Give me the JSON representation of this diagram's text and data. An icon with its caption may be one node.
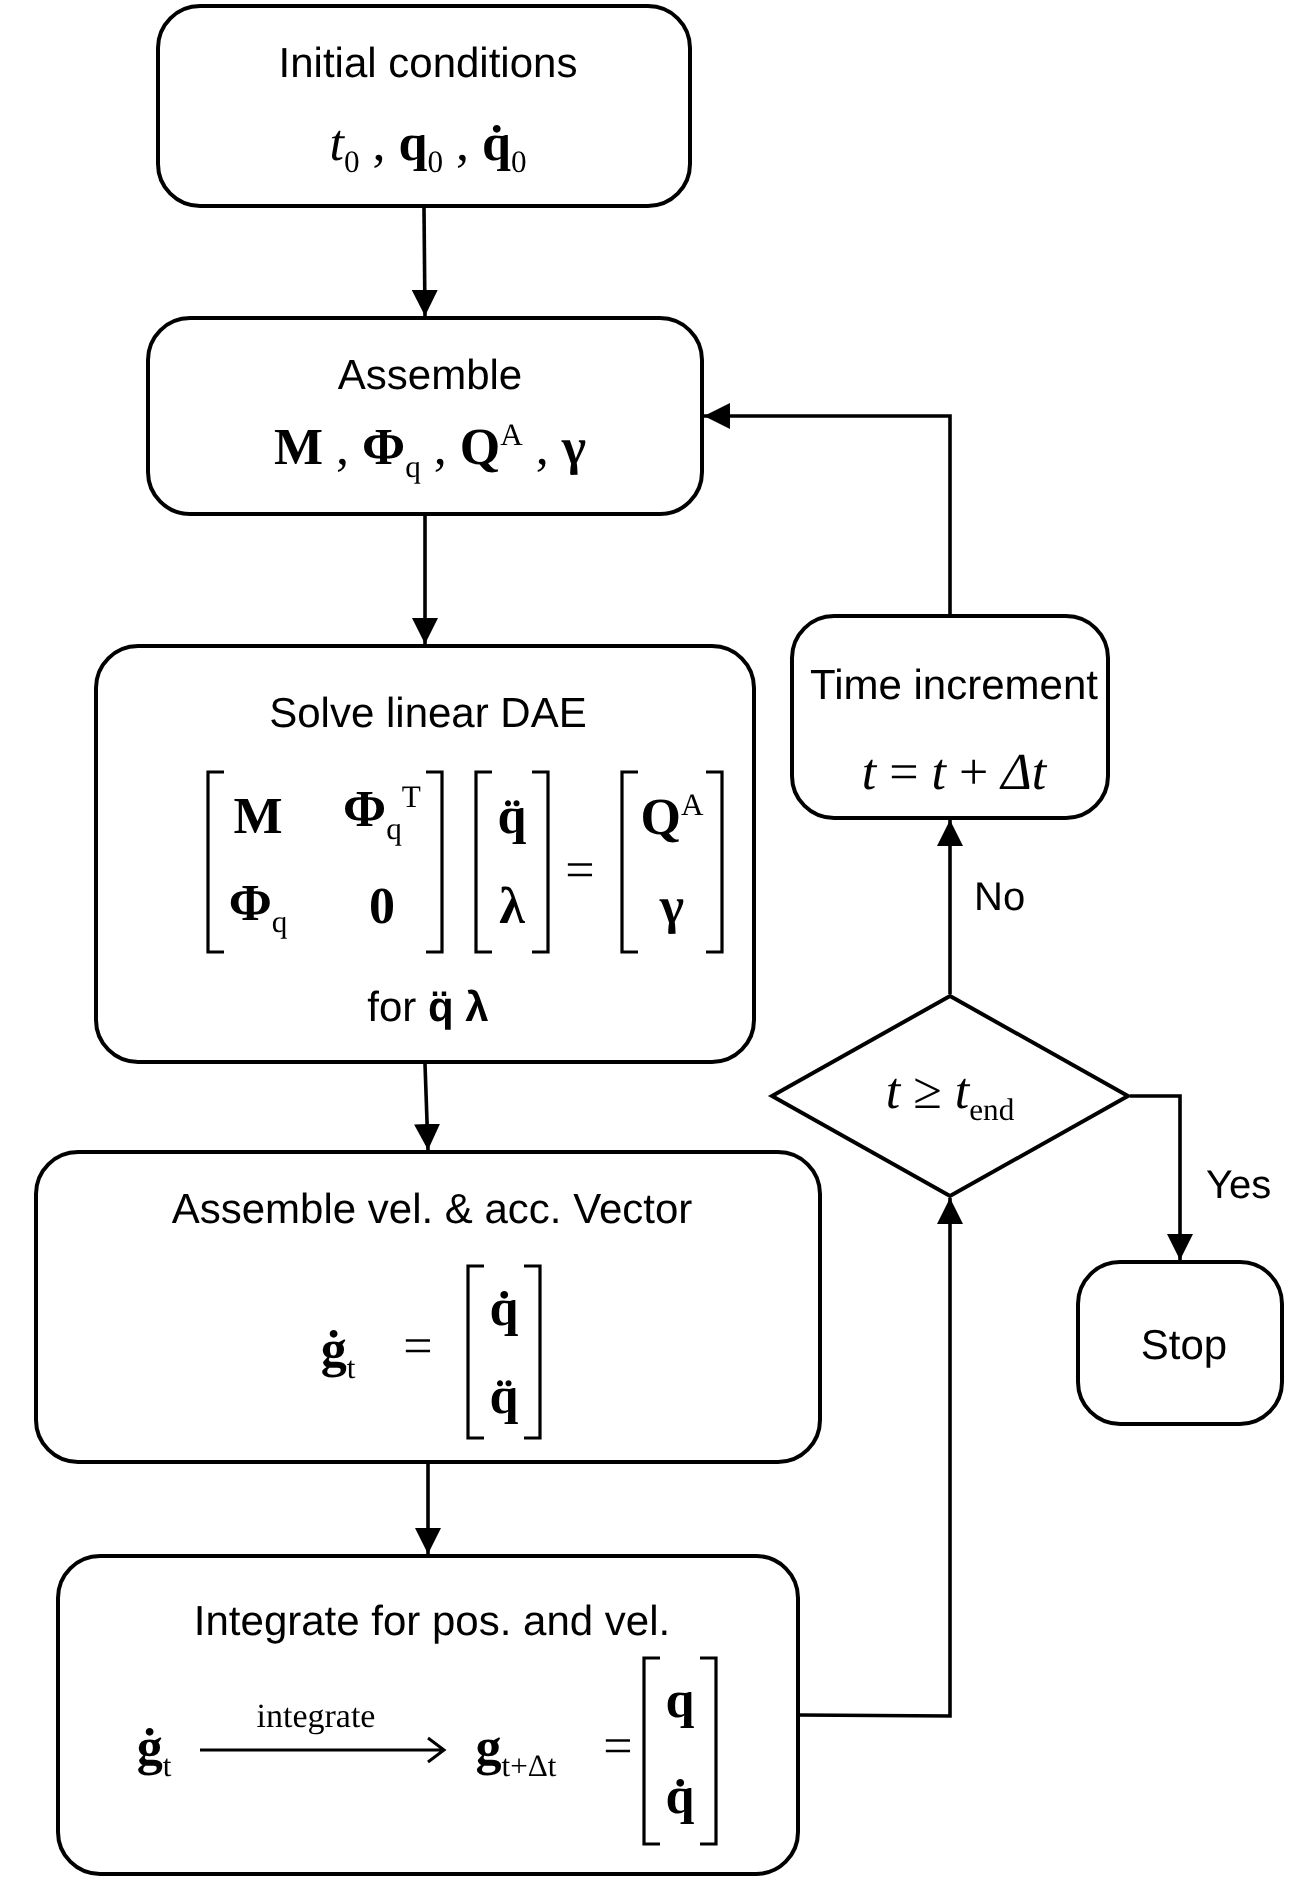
{
  "diagram": {
    "nodes": [
      {
        "text": [
          "Initial conditions",
          "*t*$_{0}$ , **q**$_{0}$ , **q̇**$_{0}$"
        ]
      },
      {
        "text": [
          "Assemble",
          "**M** , **Φ**$_{q}$ , **Q**$^{A}$ , **γ**"
        ]
      },
      {
        "text": [
          "Solve linear DAE",
          "**M**",
          "**Φ**$_{q}$$^{T}$",
          "**Φ**$_{q}$",
          "**0**",
          "**q̈**",
          "**λ**",
          "=",
          "**Q**$^{A}$",
          "**γ**",
          "for **q̈** **λ**"
        ]
      },
      {
        "text": [
          "Assemble vel. & acc. Vector",
          "**ġ**$_{t}$",
          "=",
          "**q̇**",
          "**q̈**"
        ]
      },
      {
        "text": [
          "Integrate for pos. and vel.",
          "**ġ**$_{t}$",
          "integrate",
          "**g**$_{t+Δt}$",
          "=",
          "**q**",
          "**q̇**"
        ]
      },
      {
        "text": [
          "Time increment",
          "*t* = *t* + *Δt*"
        ]
      },
      {
        "text": [
          "*t* ≥ *t*$_{end}$"
        ]
      },
      {
        "text": [
          "Stop"
        ]
      }
    ],
    "edges": [
      {
        "from": 0,
        "to": 1,
        "arrow": "to"
      },
      {
        "from": 1,
        "to": 2,
        "arrow": "to"
      },
      {
        "from": 2,
        "to": 3,
        "arrow": "to"
      },
      {
        "from": 3,
        "to": 4,
        "arrow": "to"
      },
      {
        "from": 4,
        "to": 6,
        "arrow": "to"
      },
      {
        "from": 6,
        "to": 5,
        "arrow": "to",
        "label": "No"
      },
      {
        "from": 5,
        "to": 1,
        "arrow": "to"
      },
      {
        "from": 6,
        "to": 7,
        "arrow": "to",
        "label": "Yes"
      }
    ]
  }
}
